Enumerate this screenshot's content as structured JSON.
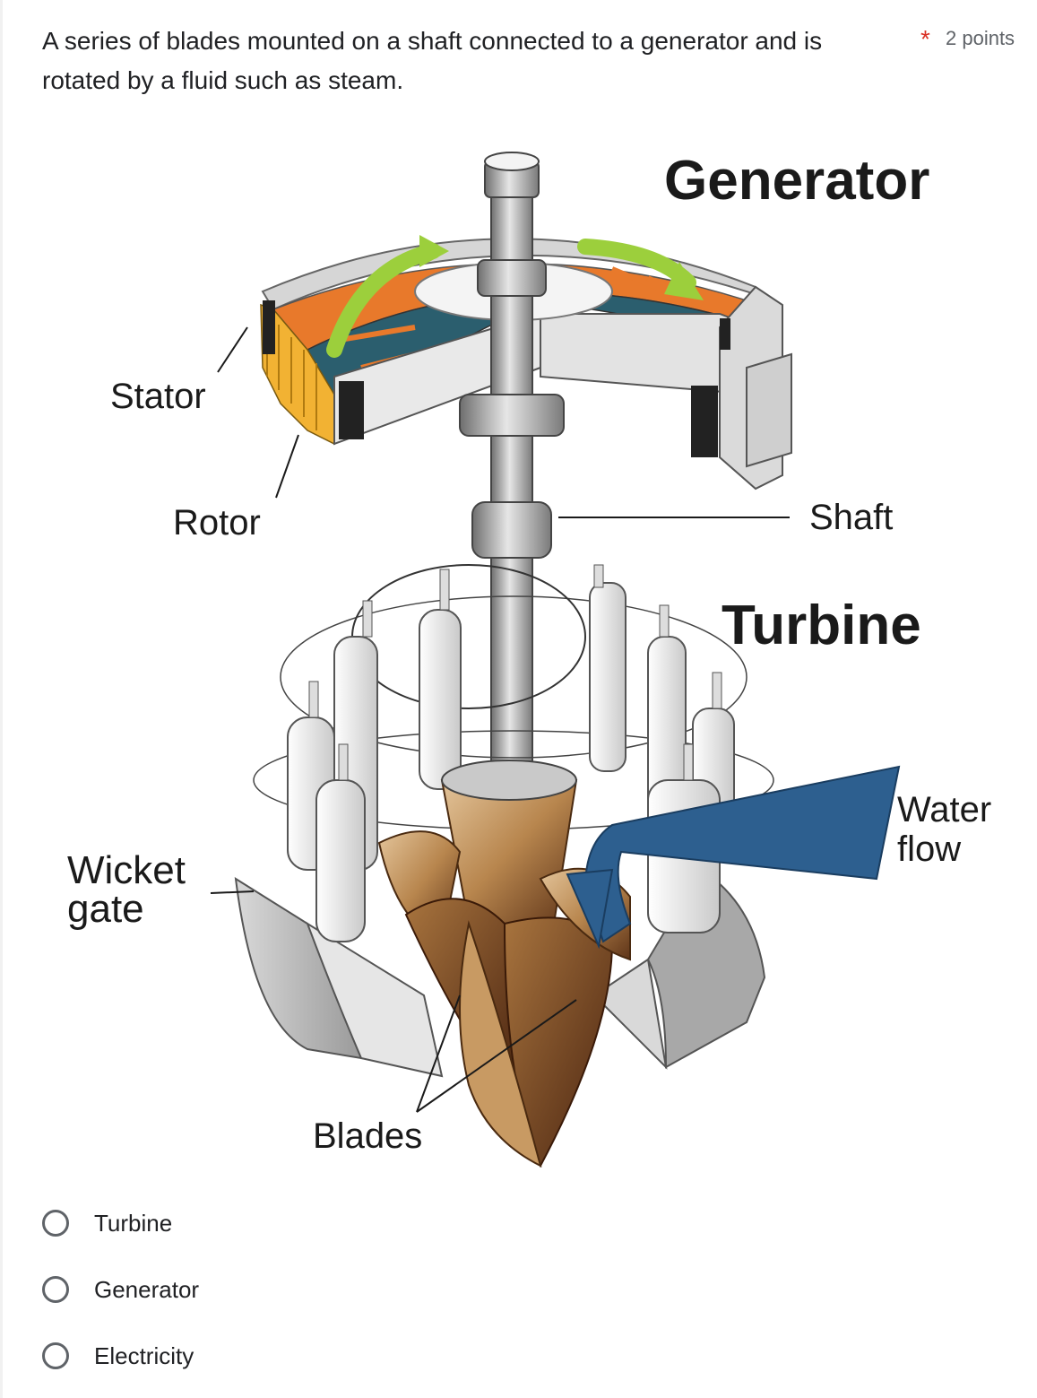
{
  "question": {
    "text": "A series of blades mounted on a shaft connected to a generator and is rotated by a fluid such as steam.",
    "required_marker": "*",
    "points": "2 points"
  },
  "diagram": {
    "labels": {
      "generator": "Generator",
      "stator": "Stator",
      "rotor": "Rotor",
      "shaft": "Shaft",
      "turbine": "Turbine",
      "wicket_gate_line1": "Wicket",
      "wicket_gate_line2": "gate",
      "water_flow_line1": "Water",
      "water_flow_line2": "flow",
      "blades": "Blades"
    },
    "colors": {
      "stator_orange": "#e8792b",
      "stator_teal": "#2b5e6e",
      "rotor_arrow": "#9ccf3c",
      "water_blue": "#2d5f8f",
      "blade_bronze": "#b8864e",
      "steel": "#8c8c8c"
    }
  },
  "options": [
    {
      "label": "Turbine",
      "selected": false
    },
    {
      "label": "Generator",
      "selected": false
    },
    {
      "label": "Electricity",
      "selected": false
    }
  ]
}
